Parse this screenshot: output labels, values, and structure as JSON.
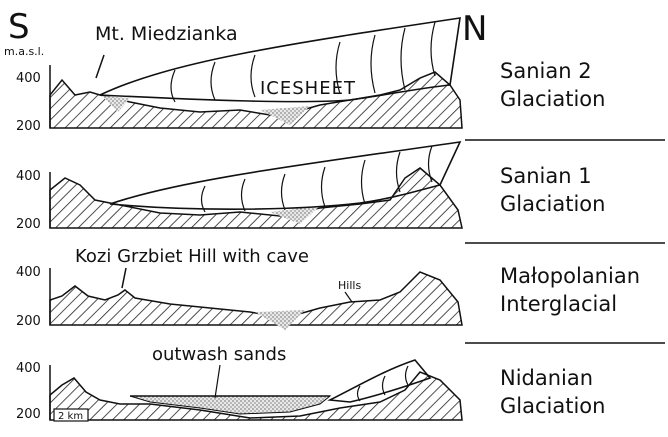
{
  "orientation": {
    "south": "S",
    "north": "N"
  },
  "elevation_unit": "m.a.s.l.",
  "scale_bar_label": "2 km",
  "panels": [
    {
      "id": "sanian2",
      "stage_line1": "Sanian 2",
      "stage_line2": "Glaciation",
      "elevation_top": "400",
      "elevation_bottom": "200",
      "labels": {
        "mountain": "Mt. Miedzianka",
        "ice": "ICESHEET"
      }
    },
    {
      "id": "sanian1",
      "stage_line1": "Sanian 1",
      "stage_line2": "Glaciation",
      "elevation_top": "400",
      "elevation_bottom": "200"
    },
    {
      "id": "malopolanian",
      "stage_line1": "Małopolanian",
      "stage_line2": "Interglacial",
      "elevation_top": "400",
      "elevation_bottom": "200",
      "labels": {
        "hill": "Kozi Grzbiet Hill with cave",
        "hills": "Hills"
      }
    },
    {
      "id": "nidanian",
      "stage_line1": "Nidanian",
      "stage_line2": "Glaciation",
      "elevation_top": "400",
      "elevation_bottom": "200",
      "labels": {
        "outwash": "outwash sands"
      }
    }
  ],
  "colors": {
    "ink": "#111111",
    "sediment": "#bdbdbd",
    "background": "#ffffff"
  }
}
